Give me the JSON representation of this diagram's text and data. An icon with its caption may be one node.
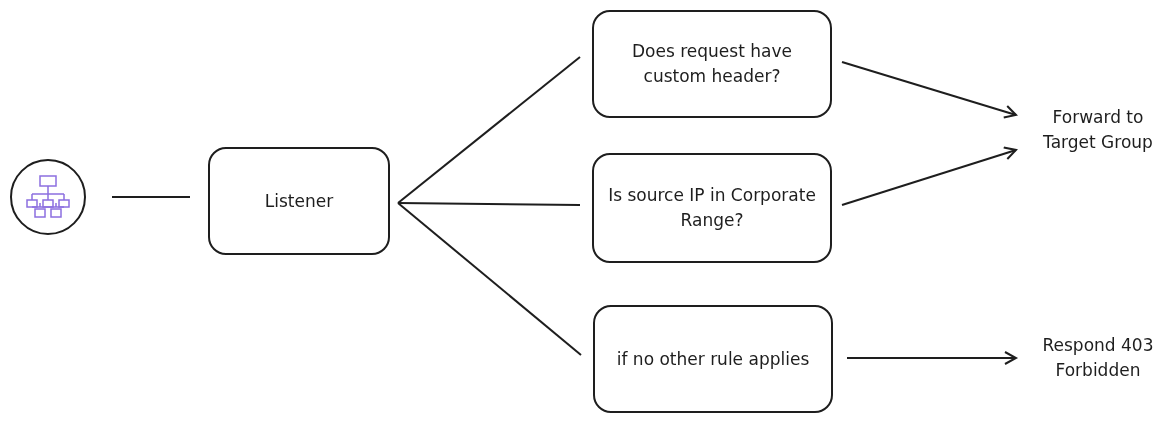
{
  "diagram": {
    "nodes": [
      {
        "text": [],
        "shape": "circle"
      },
      {
        "text": [
          "Listener"
        ]
      },
      {
        "text": [
          "Does request have custom header?"
        ]
      },
      {
        "text": [
          "Is source IP in Corporate Range?"
        ]
      },
      {
        "text": [
          "if no other rule applies"
        ]
      },
      {
        "text": [
          "Forward to Target Group"
        ]
      },
      {
        "text": [
          "Respond 403 Forbidden"
        ]
      }
    ],
    "edges": [
      {
        "from": 0,
        "to": 1,
        "arrow": "none"
      },
      {
        "from": 1,
        "to": 2,
        "arrow": "none"
      },
      {
        "from": 1,
        "to": 3,
        "arrow": "none"
      },
      {
        "from": 1,
        "to": 4,
        "arrow": "none"
      },
      {
        "from": 2,
        "to": 5,
        "arrow": "to"
      },
      {
        "from": 3,
        "to": 5,
        "arrow": "to"
      },
      {
        "from": 4,
        "to": 6,
        "arrow": "to"
      }
    ]
  }
}
